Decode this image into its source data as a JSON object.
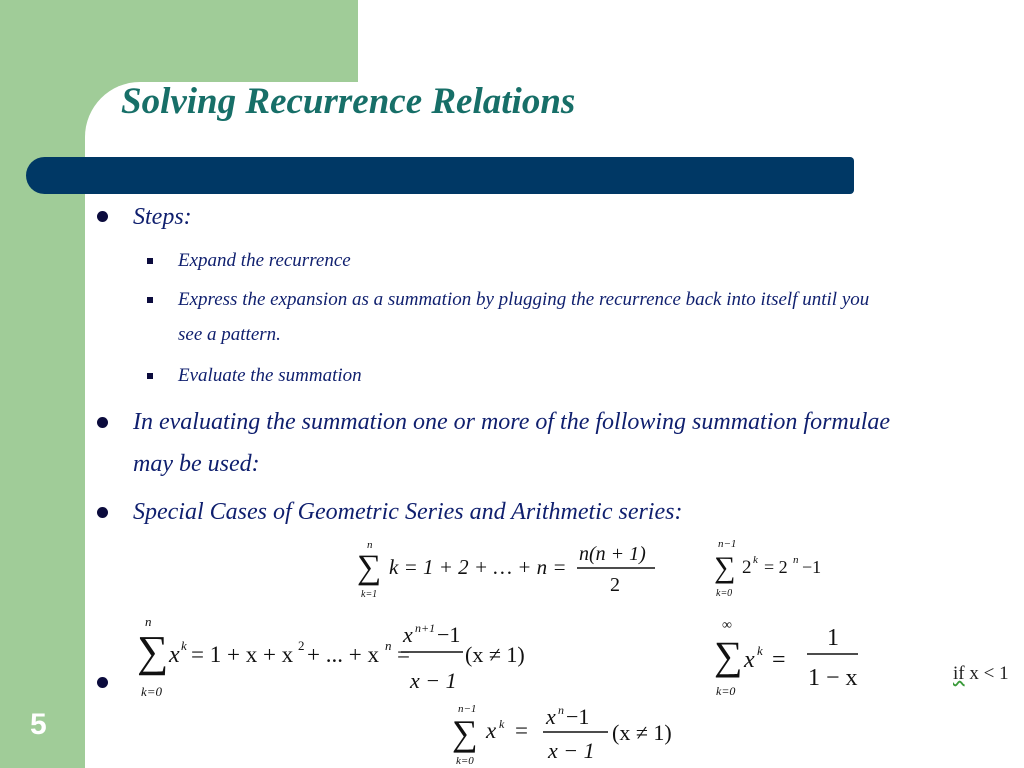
{
  "slide": {
    "title": "Solving Recurrence Relations",
    "number": "5"
  },
  "bullets": {
    "steps_label": "Steps:",
    "sub_steps": [
      "Expand the recurrence",
      "Express the expansion as a summation by plugging the recurrence back into itself until you",
      "see a pattern.",
      "Evaluate the summation"
    ],
    "evaluating_line1": "In evaluating the summation one or more of the following summation formulae",
    "evaluating_line2": "may be used:",
    "special_cases": "Special Cases of Geometric Series and Arithmetic series:"
  },
  "formulas": {
    "f1": {
      "upper": "n",
      "lower": "k=1",
      "body": "k = 1 + 2 + … + n =",
      "num": "n(n + 1)",
      "den": "2"
    },
    "f2": {
      "upper": "n−1",
      "lower": "k=0",
      "base": "2",
      "exp_k": "k",
      "eq": "= 2",
      "exp_n": "n",
      "tail": "−1"
    },
    "f3": {
      "upper": "n",
      "lower": "k=0",
      "lhs_base": "x",
      "lhs_exp": "k",
      "expansion": "= 1 + x + x",
      "exp2": "2",
      "dots": "+ ... + x",
      "expn": "n",
      "eq": "=",
      "num_base": "x",
      "num_exp": "n+1",
      "num_tail": "−1",
      "den": "x − 1",
      "cond": "(x ≠ 1)"
    },
    "f4": {
      "upper": "∞",
      "lower": "k=0",
      "base": "x",
      "exp": "k",
      "eq": "=",
      "num": "1",
      "den": "1 − x"
    },
    "f4_condition": {
      "word": "if",
      "rest": " x < 1"
    },
    "f5": {
      "upper": "n−1",
      "lower": "k=0",
      "base": "x",
      "exp": "k",
      "eq": "=",
      "num_base": "x",
      "num_exp": "n",
      "num_tail": " −1",
      "den": "x − 1",
      "cond": "(x ≠ 1)"
    }
  },
  "colors": {
    "green_panel": "#a0cc98",
    "title": "#176f68",
    "bar": "#003865",
    "text": "#0f1f6e"
  }
}
